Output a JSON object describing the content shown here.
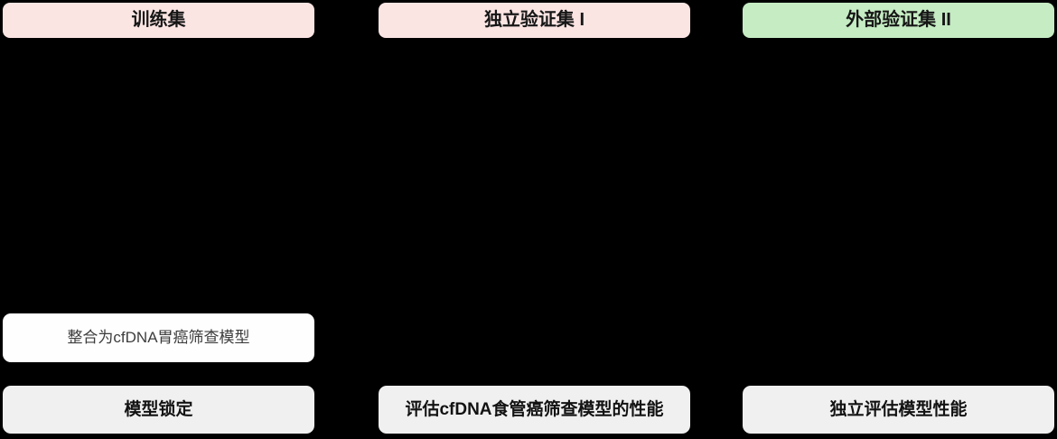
{
  "diagram": {
    "background_color": "#000000",
    "stage_row": [
      {
        "id": "training-set",
        "label": "训练集",
        "fill": "#fbe5e3",
        "text_color": "#161616"
      },
      {
        "id": "internal-validation-set",
        "label": "独立验证集 I",
        "fill": "#fbe5e3",
        "text_color": "#161616"
      },
      {
        "id": "external-validation-set",
        "label": "外部验证集 II",
        "fill": "#c5ecc3",
        "text_color": "#161616"
      }
    ],
    "model_row": [
      {
        "id": "integrated-model",
        "label": "整合为cfDNA胃癌筛查模型",
        "fill": "#fefefe",
        "text_color": "#3d3d3d"
      }
    ],
    "outcome_row": [
      {
        "id": "model-lock",
        "label": "模型锁定",
        "fill": "#f0f0f0",
        "text_color": "#121212"
      },
      {
        "id": "evaluate-performance",
        "label": "评估cfDNA食管癌筛查模型的性能",
        "fill": "#f0f0f0",
        "text_color": "#121212"
      },
      {
        "id": "independent-evaluation",
        "label": "独立评估模型性能",
        "fill": "#f0f0f0",
        "text_color": "#121212"
      }
    ]
  }
}
